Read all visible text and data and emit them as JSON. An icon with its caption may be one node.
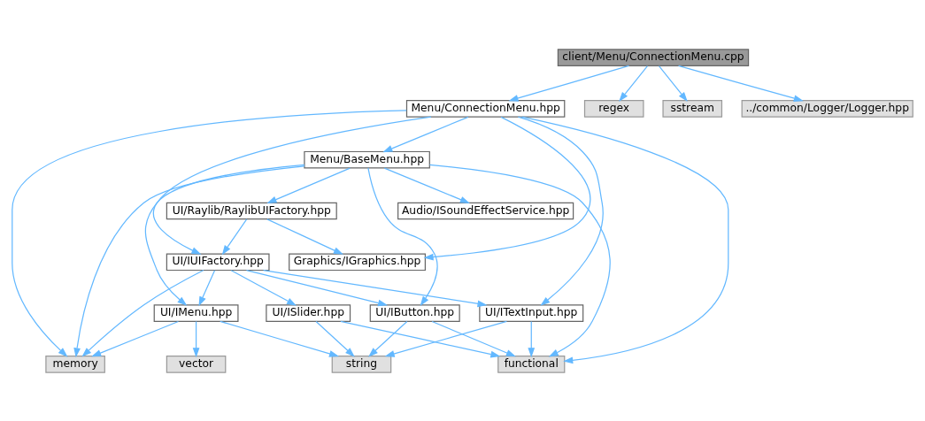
{
  "diagram": {
    "nodes": [
      {
        "text": [
          "client/Menu/ConnectionMenu.cpp"
        ]
      },
      {
        "text": [
          "Menu/ConnectionMenu.hpp"
        ]
      },
      {
        "text": [
          "regex"
        ]
      },
      {
        "text": [
          "sstream"
        ]
      },
      {
        "text": [
          "../common/Logger/Logger.hpp"
        ]
      },
      {
        "text": [
          "Menu/BaseMenu.hpp"
        ]
      },
      {
        "text": [
          "Audio/ISoundEffectService.hpp"
        ]
      },
      {
        "text": [
          "UI/Raylib/RaylibUIFactory.hpp"
        ]
      },
      {
        "text": [
          "UI/IUIFactory.hpp"
        ]
      },
      {
        "text": [
          "Graphics/IGraphics.hpp"
        ]
      },
      {
        "text": [
          "UI/IMenu.hpp"
        ]
      },
      {
        "text": [
          "UI/ITextInput.hpp"
        ]
      },
      {
        "text": [
          "UI/ISlider.hpp"
        ]
      },
      {
        "text": [
          "UI/IButton.hpp"
        ]
      },
      {
        "text": [
          "memory"
        ]
      },
      {
        "text": [
          "vector"
        ]
      },
      {
        "text": [
          "string"
        ]
      },
      {
        "text": [
          "functional"
        ]
      }
    ],
    "edges": [
      {
        "from": 0,
        "to": 1,
        "arrow": "to"
      },
      {
        "from": 0,
        "to": 2,
        "arrow": "to"
      },
      {
        "from": 0,
        "to": 3,
        "arrow": "to"
      },
      {
        "from": 0,
        "to": 4,
        "arrow": "to"
      },
      {
        "from": 1,
        "to": 14,
        "arrow": "to"
      },
      {
        "from": 1,
        "to": 5,
        "arrow": "to"
      },
      {
        "from": 1,
        "to": 8,
        "arrow": "to"
      },
      {
        "from": 1,
        "to": 11,
        "arrow": "to"
      },
      {
        "from": 1,
        "to": 9,
        "arrow": "to"
      },
      {
        "from": 1,
        "to": 17,
        "arrow": "to"
      },
      {
        "from": 5,
        "to": 14,
        "arrow": "to"
      },
      {
        "from": 5,
        "to": 6,
        "arrow": "to"
      },
      {
        "from": 5,
        "to": 7,
        "arrow": "to"
      },
      {
        "from": 5,
        "to": 10,
        "arrow": "to"
      },
      {
        "from": 5,
        "to": 13,
        "arrow": "to"
      },
      {
        "from": 5,
        "to": 17,
        "arrow": "to"
      },
      {
        "from": 7,
        "to": 8,
        "arrow": "to"
      },
      {
        "from": 7,
        "to": 9,
        "arrow": "to"
      },
      {
        "from": 8,
        "to": 14,
        "arrow": "to"
      },
      {
        "from": 8,
        "to": 10,
        "arrow": "to"
      },
      {
        "from": 8,
        "to": 11,
        "arrow": "to"
      },
      {
        "from": 8,
        "to": 12,
        "arrow": "to"
      },
      {
        "from": 8,
        "to": 13,
        "arrow": "to"
      },
      {
        "from": 10,
        "to": 14,
        "arrow": "to"
      },
      {
        "from": 10,
        "to": 15,
        "arrow": "to"
      },
      {
        "from": 10,
        "to": 16,
        "arrow": "to"
      },
      {
        "from": 11,
        "to": 16,
        "arrow": "to"
      },
      {
        "from": 11,
        "to": 17,
        "arrow": "to"
      },
      {
        "from": 12,
        "to": 16,
        "arrow": "to"
      },
      {
        "from": 12,
        "to": 17,
        "arrow": "to"
      },
      {
        "from": 13,
        "to": 16,
        "arrow": "to"
      },
      {
        "from": 13,
        "to": 17,
        "arrow": "to"
      }
    ]
  }
}
